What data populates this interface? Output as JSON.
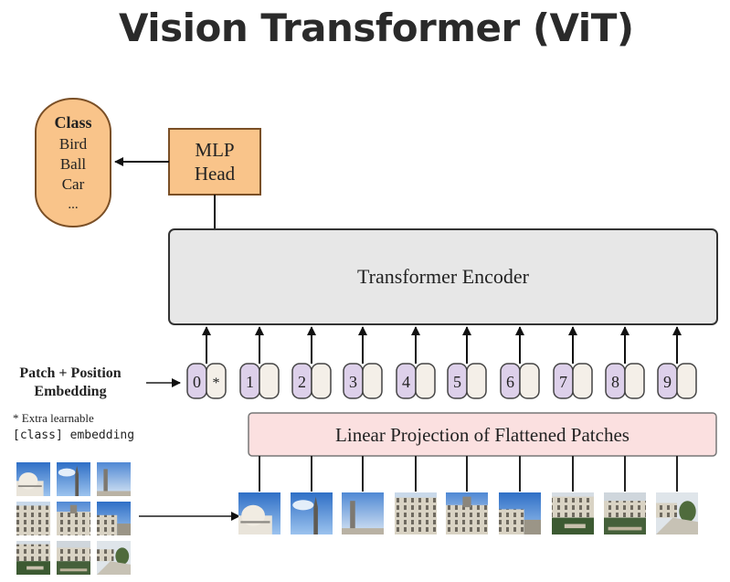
{
  "title": "Vision Transformer (ViT)",
  "class_box": {
    "heading": "Class",
    "items": [
      "Bird",
      "Ball",
      "Car",
      "..."
    ]
  },
  "mlp_head": {
    "line1": "MLP",
    "line2": "Head"
  },
  "encoder": {
    "label": "Transformer Encoder"
  },
  "projection": {
    "label": "Linear Projection of Flattened Patches"
  },
  "embedding_label": {
    "line1": "Patch + Position",
    "line2": "Embedding"
  },
  "note": {
    "line1": "* Extra learnable",
    "line2": "[class] embedding"
  },
  "tokens": [
    "0",
    "1",
    "2",
    "3",
    "4",
    "5",
    "6",
    "7",
    "8",
    "9"
  ],
  "class_token_marker": "*",
  "colors": {
    "orange": "#f9c48a",
    "orange_border": "#a86a2c",
    "encoder_fill": "#e7e7e7",
    "projection_fill": "#fbe0e0",
    "token_purple": "#ddd0ea",
    "line": "#333333"
  }
}
